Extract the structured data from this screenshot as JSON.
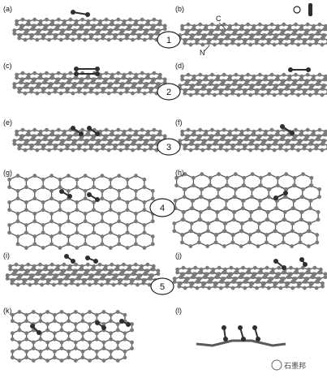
{
  "panel_labels": [
    "(a)",
    "(b)",
    "(c)",
    "(d)",
    "(e)",
    "(f)",
    "(g)",
    "(h)",
    "(i)",
    "(j)",
    "(k)",
    "(l)"
  ],
  "step_numbers": [
    "1",
    "2",
    "3",
    "4",
    "5"
  ],
  "atom_legend": {
    "oxygen": "O",
    "carbon": "C",
    "nitrogen": "N"
  },
  "watermark": "石墨邦",
  "colors": {
    "atom": "#7a7a7a",
    "bond": "#5a5a5a",
    "adsorbate": "#2f2f2f",
    "background": "#ffffff"
  }
}
